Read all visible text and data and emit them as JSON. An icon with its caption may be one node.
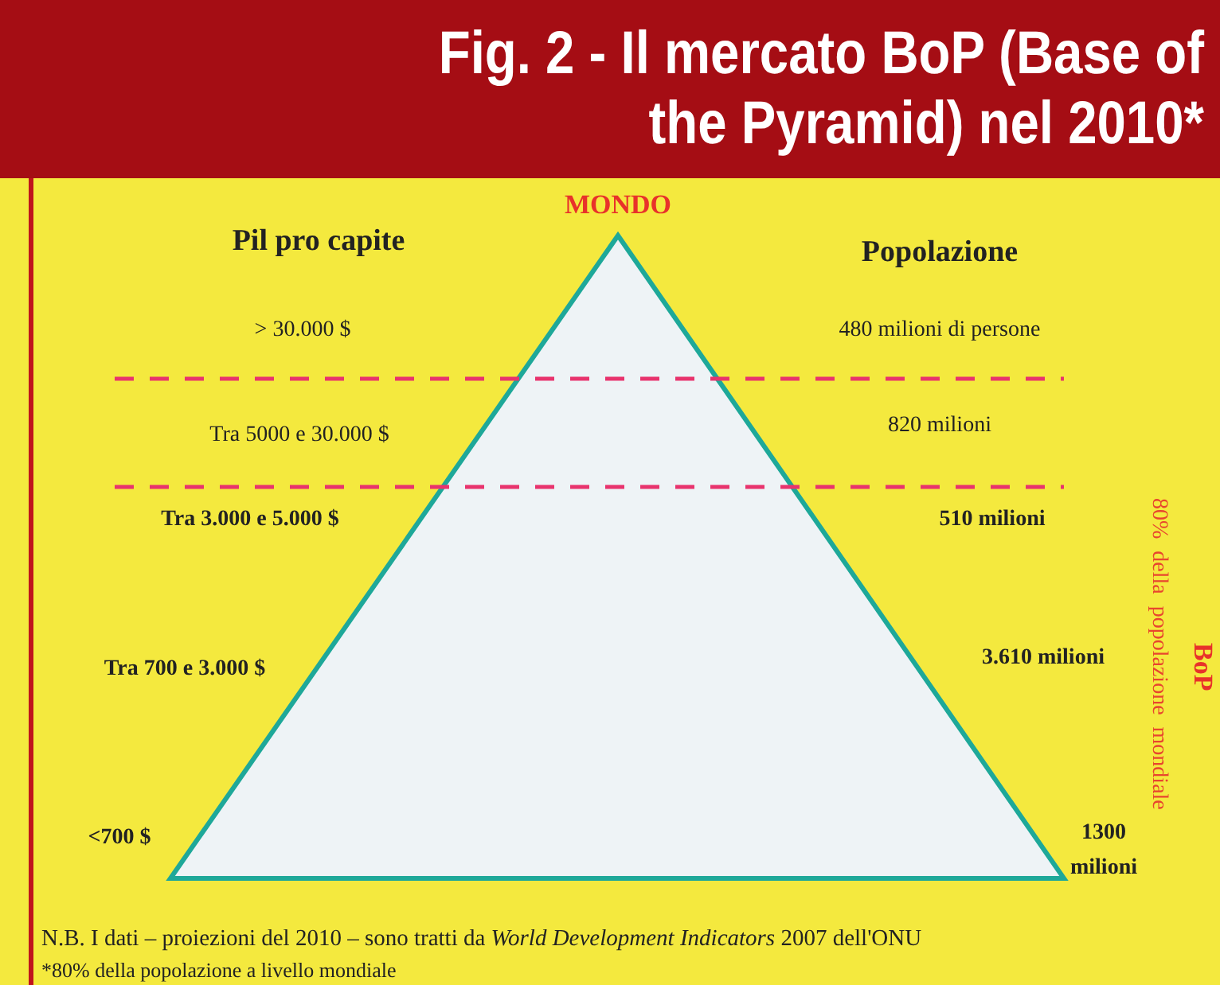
{
  "diagram": {
    "title": "Fig. 2 - Il mercato BoP (Base of the Pyramid) nel 2010*",
    "nodes": [
      {
        "text": [
          "MONDO"
        ]
      }
    ],
    "edges": [],
    "labels": [
      "Pil pro capite",
      "Popolazione",
      "> 30.000 $",
      "480 milioni di persone",
      "Tra 5000 e 30.000 $",
      "820 milioni",
      "Tra 3.000 e 5.000 $",
      "510 milioni",
      "80% della popolazione mondiale",
      "BoP",
      "Tra 700 e 3.000 $",
      "3.610 milioni",
      "<700 $",
      "1300 milioni",
      "N.B. I dati – proiezioni del 2010 – sono tratti da *World Development Indicators* 2007 dell'ONU",
      "*80% della popolazione a livello mondiale"
    ]
  }
}
